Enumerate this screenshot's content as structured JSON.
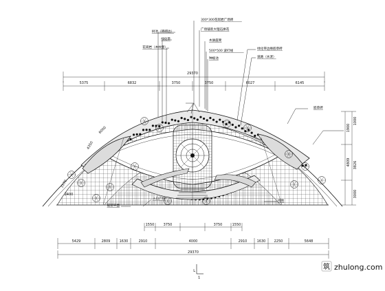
{
  "drawing": {
    "total_width_label": "29370",
    "top_dims": [
      "5375",
      "6832",
      "3750",
      "3750",
      "6027",
      "6145"
    ],
    "bottom_dims_row1": [
      "1550",
      "3750",
      "3750",
      "1550"
    ],
    "bottom_dims_row2": [
      "5429",
      "2809",
      "1630",
      "2910",
      "4000",
      "2910",
      "1630",
      "2250",
      "5648"
    ],
    "bottom_total": "29370",
    "right_dims": [
      "1900",
      "4809",
      "1000",
      "3826",
      "3000"
    ],
    "left_small_dims": [
      "4350",
      "2400",
      "3170",
      "6000"
    ],
    "callouts": [
      "300*300花岗岩广场砖",
      "广场铺装大理石拼花",
      "木质座凳",
      "500*500 波打线",
      "种植池",
      "树池（砖砌边）",
      "绿化带",
      "花岗岩（木纹面）",
      "绿化带边缘嵌草砖",
      "道路（水泥）",
      "嵌草砖",
      "绿地",
      "铺装平面",
      "入口广场"
    ],
    "section_label": "L",
    "section_sub": "1"
  },
  "watermark": {
    "brand": "zhulong.com",
    "logo_text": "筑"
  },
  "colors": {
    "line": "#111111",
    "paper": "#ffffff",
    "watermark": "#c9c9c9"
  }
}
